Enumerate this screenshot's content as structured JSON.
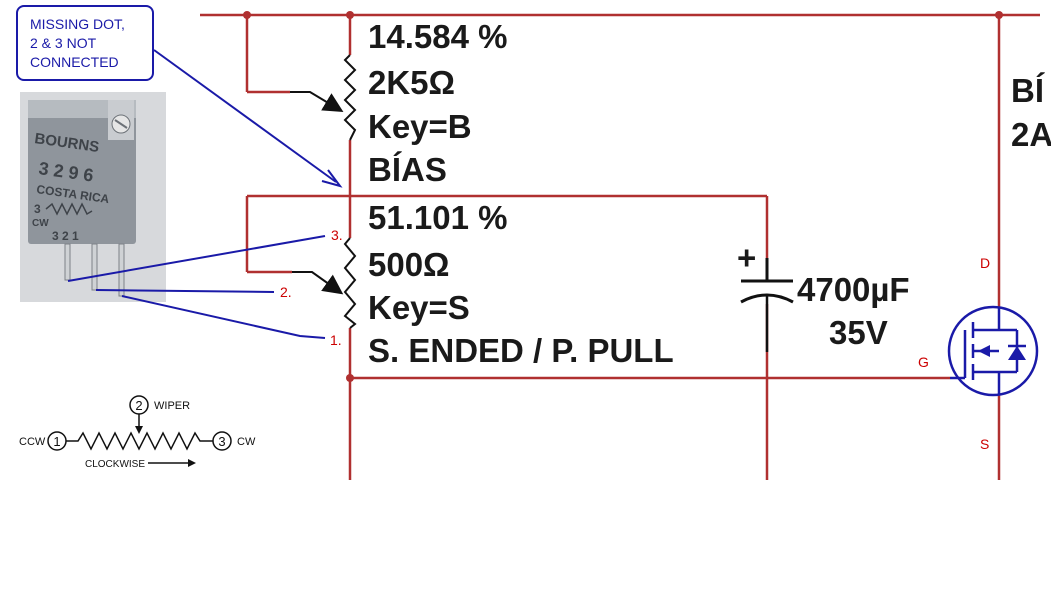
{
  "callout": {
    "lines": [
      "MISSING DOT,",
      "2 & 3 NOT",
      "CONNECTED"
    ]
  },
  "pot_bias": {
    "percent": "14.584 %",
    "value": "2K5Ω",
    "key": "Key=B",
    "name": "BÍAS"
  },
  "pot_mode": {
    "percent": "51.101 %",
    "value": "500Ω",
    "key": "Key=S",
    "name": "S. ENDED / P. PULL"
  },
  "capacitor": {
    "polarity": "+",
    "capacitance": "4700µF",
    "voltage": "35V"
  },
  "right_partial": {
    "line1": "BÍ",
    "line2": "2A"
  },
  "mosfet": {
    "drain": "D",
    "gate": "G",
    "source": "S"
  },
  "pin_markers": [
    "3.",
    "2.",
    "1."
  ],
  "trimmer_photo": {
    "brand": "BOURNS",
    "part": "3 2 9 6",
    "origin": "COSTA RICA",
    "pins_text": "3      2      1",
    "cw": "CW"
  },
  "pot_symbol": {
    "ccw": "CCW",
    "cw": "CW",
    "wiper": "WIPER",
    "pin1": "1",
    "pin2": "2",
    "pin3": "3",
    "clockwise": "CLOCKWISE"
  },
  "colors": {
    "wire": "#b03030",
    "annotation": "#1a1aa8",
    "pin_label": "#cc0000",
    "text": "#1a1a1a"
  }
}
